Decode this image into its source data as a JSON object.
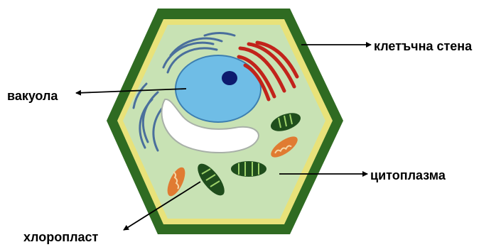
{
  "labels": {
    "cell_wall": "клетъчна стена",
    "vacuole": "вакуола",
    "cytoplasm": "цитоплазма",
    "chloroplast": "хлоропласт"
  },
  "colors": {
    "cell_wall": "#2f6b22",
    "membrane": "#e8e27a",
    "cytoplasm": "#c8e2b4",
    "vacuole": "#6fbde6",
    "nucleolus": "#0d1b6e",
    "golgi": "#c2231b",
    "er": "#4a6f9c",
    "chloroplast": "#1f4d1c",
    "mitochondrion": "#e07b32",
    "white_vacuole": "#ffffff"
  }
}
